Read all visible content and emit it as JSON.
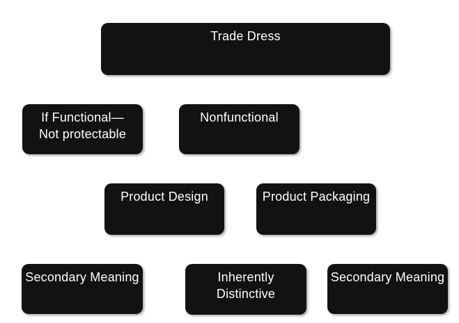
{
  "diagram": {
    "title": "Trade Dress",
    "colors": {
      "box_fill": "#121212",
      "box_text": "#ffffff",
      "background": "#ffffff"
    },
    "nodes": [
      {
        "id": "trade-dress",
        "label": "Trade Dress"
      },
      {
        "id": "if-functional",
        "label": "If Functional—\nNot protectable"
      },
      {
        "id": "nonfunctional",
        "label": "Nonfunctional"
      },
      {
        "id": "product-design",
        "label": "Product Design"
      },
      {
        "id": "product-packaging",
        "label": "Product Packaging"
      },
      {
        "id": "secondary-meaning-left",
        "label": "Secondary Meaning"
      },
      {
        "id": "inherently-distinctive",
        "label": "Inherently\nDistinctive"
      },
      {
        "id": "secondary-meaning-right",
        "label": "Secondary Meaning"
      }
    ]
  }
}
